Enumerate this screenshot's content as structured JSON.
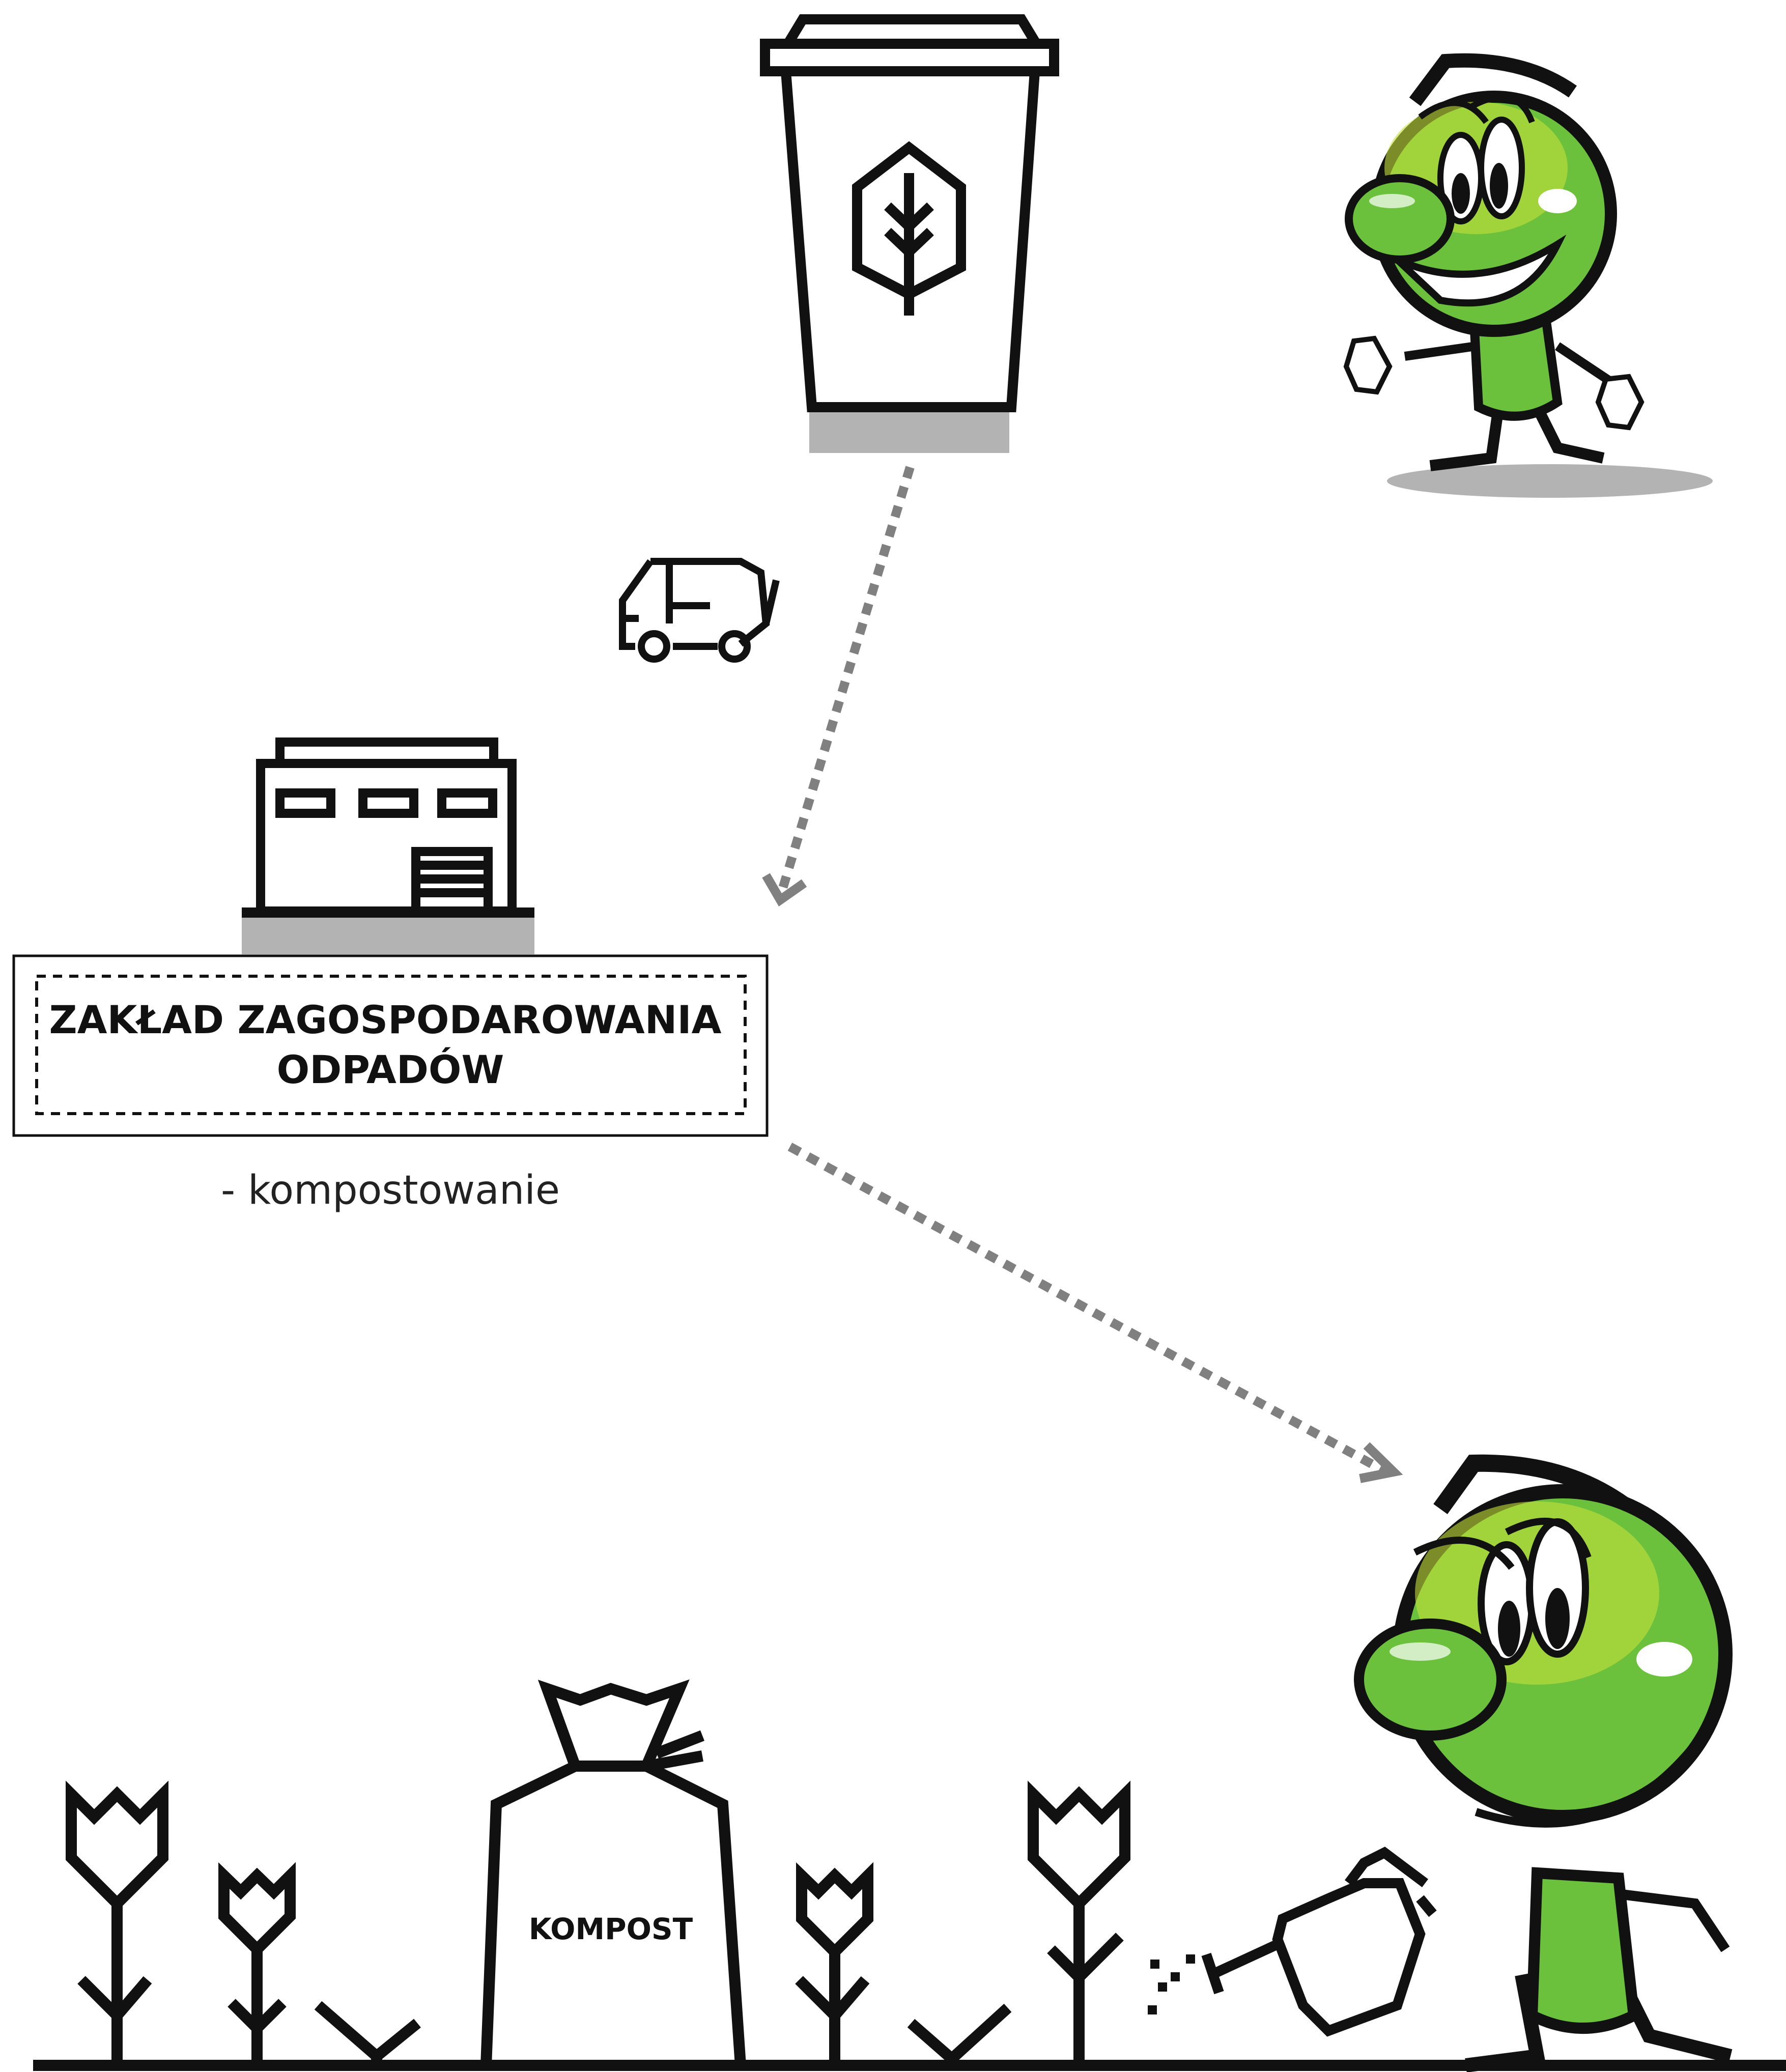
{
  "facility": {
    "title_line1": "ZAKŁAD ZAGOSPODAROWANIA",
    "title_line2": "ODPADÓW",
    "process": "- kompostowanie"
  },
  "compost_bag": {
    "label": "KOMPOST"
  },
  "colors": {
    "stroke": "#111111",
    "shadow": "#b3b3b3",
    "arrow": "#808080",
    "mascot_green": "#6cc13c",
    "mascot_light": "#c5e03a"
  },
  "icons": [
    "bin-icon",
    "leaf-icon",
    "truck-icon",
    "building-icon",
    "arrow-icon",
    "tulip-icon",
    "sprout-icon",
    "compost-bag-icon",
    "watering-can-icon",
    "mascot"
  ]
}
